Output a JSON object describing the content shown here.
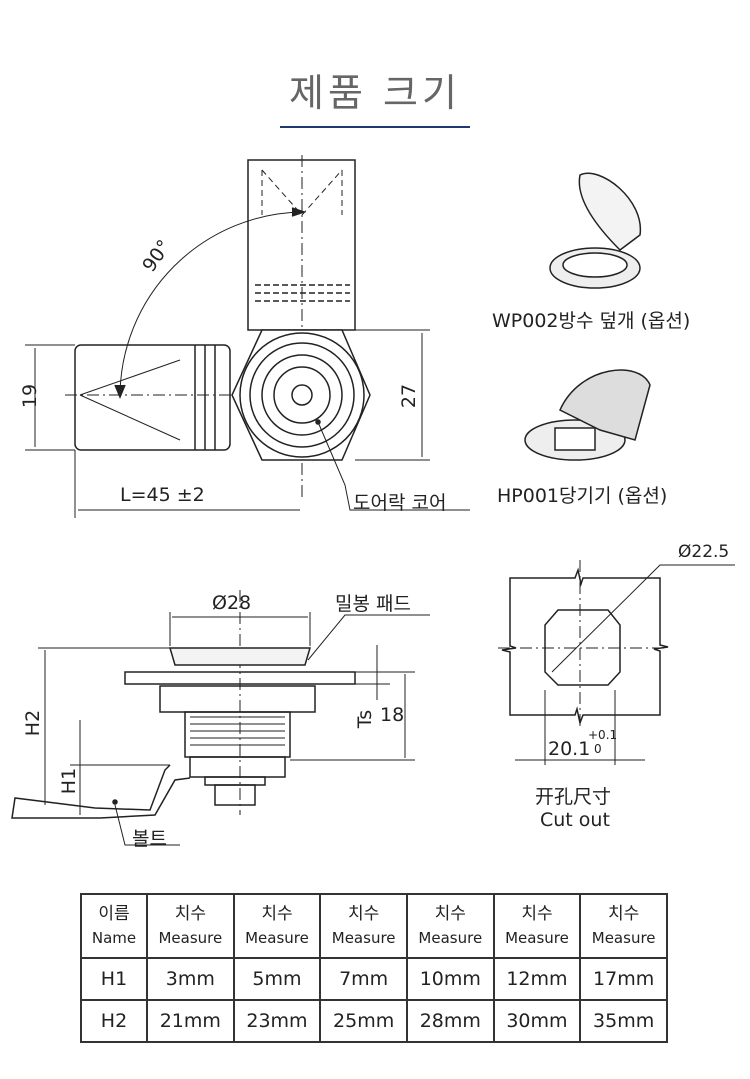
{
  "header": {
    "title": "제품 크기",
    "accent": "#1f3a6e"
  },
  "drawing_top": {
    "angle": "90°",
    "dim_19": "19",
    "dim_27": "27",
    "length": "L=45 ±2",
    "core_label": "도어락 코어"
  },
  "accessories": [
    {
      "label": "WP002방수 덮개 (옵션)"
    },
    {
      "label": "HP001당기기 (옵션)"
    }
  ],
  "drawing_side": {
    "dia": "Ø28",
    "pad_label": "밀봉 패드",
    "h2": "H2",
    "h1": "H1",
    "ts": "Ts",
    "dim_18": "18",
    "bolt_label": "볼트"
  },
  "cutout": {
    "dia": "Ø22.5",
    "width": "20.1",
    "tol_upper": "+0.1",
    "tol_lower": "0",
    "label_cn": "开孔尺寸",
    "label_en": "Cut out"
  },
  "table": {
    "header": [
      {
        "ko": "이름",
        "en": "Name"
      },
      {
        "ko": "치수",
        "en": "Measure"
      },
      {
        "ko": "치수",
        "en": "Measure"
      },
      {
        "ko": "치수",
        "en": "Measure"
      },
      {
        "ko": "치수",
        "en": "Measure"
      },
      {
        "ko": "치수",
        "en": "Measure"
      },
      {
        "ko": "치수",
        "en": "Measure"
      }
    ],
    "rows": [
      [
        "H1",
        "3mm",
        "5mm",
        "7mm",
        "10mm",
        "12mm",
        "17mm"
      ],
      [
        "H2",
        "21mm",
        "23mm",
        "25mm",
        "28mm",
        "30mm",
        "35mm"
      ]
    ]
  }
}
